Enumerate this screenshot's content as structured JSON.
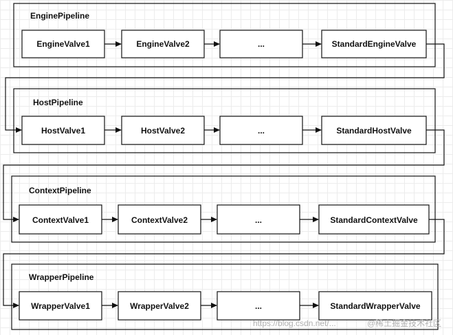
{
  "pipelines": [
    {
      "title": "EnginePipeline",
      "valves": [
        "EngineValve1",
        "EngineValve2",
        "...",
        "StandardEngineValve"
      ]
    },
    {
      "title": "HostPipeline",
      "valves": [
        "HostValve1",
        "HostValve2",
        "...",
        "StandardHostValve"
      ]
    },
    {
      "title": "ContextPipeline",
      "valves": [
        "ContextValve1",
        "ContextValve2",
        "...",
        "StandardContextValve"
      ]
    },
    {
      "title": "WrapperPipeline",
      "valves": [
        "WrapperValve1",
        "WrapperValve2",
        "...",
        "StandardWrapperValve"
      ]
    }
  ],
  "watermark": {
    "left": "https://blog.csdn.net/...",
    "right": "@稀土掘金技术社区"
  }
}
